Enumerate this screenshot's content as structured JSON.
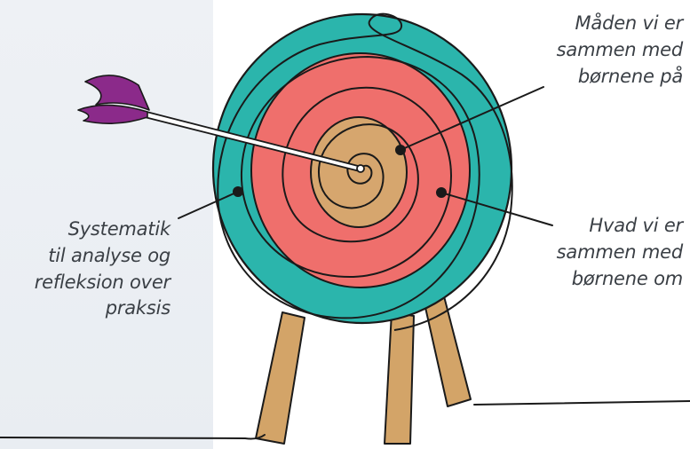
{
  "labels": {
    "top_right": [
      "Måden vi er",
      "sammen med",
      "børnene på"
    ],
    "mid_right": [
      "Hvad vi er",
      "sammen med",
      "børnene om"
    ],
    "left": [
      "Systematik",
      "til analyse og",
      "refleksion over",
      "praksis"
    ]
  },
  "colors": {
    "outer_ring": "#2bb5ac",
    "middle_ring": "#ef6f6c",
    "center": "#d6a66e",
    "legs": "#d3a468",
    "arrow_fletching": "#8b2a8a",
    "outline": "#1a1a1a",
    "panel": "#eef1f5",
    "text": "#3a3f45"
  }
}
